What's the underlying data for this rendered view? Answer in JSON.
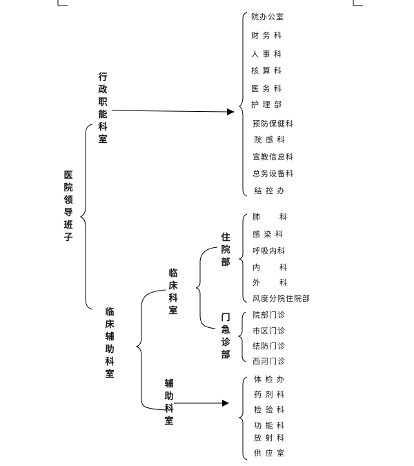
{
  "root": {
    "label": "医院领导班子"
  },
  "admin": {
    "label": "行政职能科室",
    "items": [
      "院办公室",
      "财 务 科",
      "人 事 科",
      "核 算 科",
      "医 务 科",
      "护 理 部",
      "预防保健科",
      " 院 感 科",
      "宣教信息科",
      "总务设备科",
      " 结 控 办"
    ]
  },
  "clinical": {
    "label": "临床辅助科室",
    "clinic": {
      "label": "临床科室",
      "inpatient": {
        "label": "住院部",
        "items": [
          "肺      科",
          "感 染 科",
          "呼吸内科",
          "内      科",
          "外      科",
          "风度分院住院部"
        ]
      },
      "outpatient": {
        "label": "门急诊部",
        "items": [
          "院部门诊",
          "市区门诊",
          "结防门诊",
          "西河门诊"
        ]
      }
    },
    "auxiliary": {
      "label": "辅助科室",
      "items": [
        "体 检 办",
        "药 剂 科",
        "检 验 科",
        "功 能 科",
        "放 射 科",
        "供 应 室"
      ]
    }
  }
}
